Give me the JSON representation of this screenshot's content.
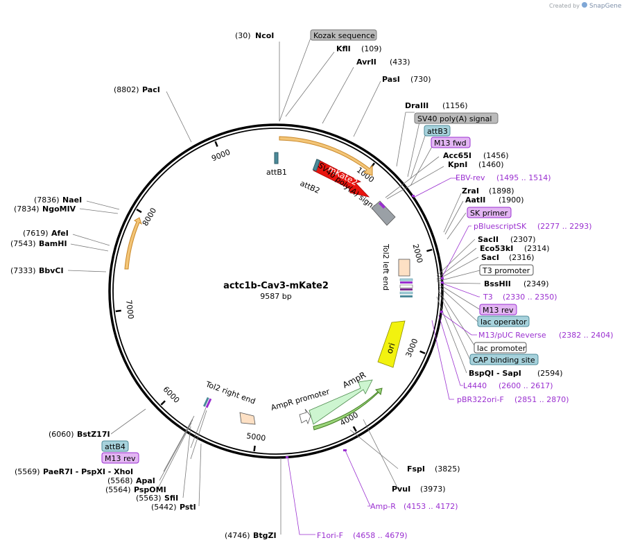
{
  "credit": {
    "prefix": "Created by",
    "brand": "SnapGene"
  },
  "plasmid": {
    "name": "actc1b-Cav3-mKate2",
    "size": "9587 bp",
    "length": 9587
  },
  "ticks": [
    {
      "bp": 1000,
      "label": "1000"
    },
    {
      "bp": 2000,
      "label": "2000"
    },
    {
      "bp": 3000,
      "label": "3000"
    },
    {
      "bp": 4000,
      "label": "4000"
    },
    {
      "bp": 5000,
      "label": "5000"
    },
    {
      "bp": 6000,
      "label": "6000"
    },
    {
      "bp": 7000,
      "label": "7000"
    },
    {
      "bp": 8000,
      "label": "8000"
    },
    {
      "bp": 9000,
      "label": "9000"
    }
  ],
  "features": [
    {
      "name": "Kozak sequence",
      "label": "Kozak sequence",
      "fill": "#bbbbbb",
      "stroke": "#777777"
    },
    {
      "name": "SV40 poly(A) signal",
      "label": "SV40 poly(A) signal",
      "fill": "#bbbbbb",
      "stroke": "#777777"
    },
    {
      "name": "attB3",
      "label": "attB3",
      "fill": "#a7d2dc",
      "stroke": "#4b8a99"
    },
    {
      "name": "M13 fwd",
      "label": "M13 fwd",
      "fill": "#e3b6f3",
      "stroke": "#9a2fd0"
    },
    {
      "name": "SK primer",
      "label": "SK primer",
      "fill": "#e3b6f3",
      "stroke": "#9a2fd0"
    },
    {
      "name": "T3 promoter",
      "label": "T3 promoter",
      "fill": "#ffffff",
      "stroke": "#555555"
    },
    {
      "name": "M13 rev",
      "label": "M13 rev",
      "fill": "#e3b6f3",
      "stroke": "#9a2fd0"
    },
    {
      "name": "lac operator",
      "label": "lac operator",
      "fill": "#a7d2dc",
      "stroke": "#4b8a99"
    },
    {
      "name": "lac promoter",
      "label": "lac promoter",
      "fill": "#ffffff",
      "stroke": "#555555"
    },
    {
      "name": "CAP binding site",
      "label": "CAP binding site",
      "fill": "#a7d2dc",
      "stroke": "#4b8a99"
    },
    {
      "name": "attB4",
      "label": "attB4",
      "fill": "#a7d2dc",
      "stroke": "#4b8a99"
    },
    {
      "name": "M13 rev 2",
      "label": "M13 rev",
      "fill": "#e3b6f3",
      "stroke": "#9a2fd0"
    }
  ],
  "innerLabels": {
    "attB1": "attB1",
    "attB2": "attB2",
    "mKate2": "mKate2",
    "sv40": "SV40 poly(A) signal",
    "tol2left": "Tol2 left end",
    "ori": "ori",
    "ampr": "AmpR",
    "amprPromoter": "AmpR promoter",
    "tol2right": "Tol2 right end"
  },
  "sites": [
    {
      "pos": "(30)",
      "name": "NcoI"
    },
    {
      "pos": "(109)",
      "name": "KflI"
    },
    {
      "pos": "(433)",
      "name": "AvrII"
    },
    {
      "pos": "(730)",
      "name": "PasI"
    },
    {
      "pos": "(8802)",
      "name": "PacI"
    },
    {
      "pos": "(1156)",
      "name": "DraIII"
    },
    {
      "pos": "(1456)",
      "name": "Acc65I"
    },
    {
      "pos": "(1460)",
      "name": "KpnI"
    },
    {
      "pos": "(1898)",
      "name": "ZraI"
    },
    {
      "pos": "(1900)",
      "name": "AatII"
    },
    {
      "pos": "(7836)",
      "name": "NaeI"
    },
    {
      "pos": "(7834)",
      "name": "NgoMIV"
    },
    {
      "pos": "(7619)",
      "name": "AfeI"
    },
    {
      "pos": "(7543)",
      "name": "BamHI"
    },
    {
      "pos": "(7333)",
      "name": "BbvCI"
    },
    {
      "pos": "(2307)",
      "name": "SacII"
    },
    {
      "pos": "(2314)",
      "name": "Eco53kI"
    },
    {
      "pos": "(2316)",
      "name": "SacI"
    },
    {
      "pos": "(2349)",
      "name": "BssHII"
    },
    {
      "pos": "(2594)",
      "name": "BspQI - SapI"
    },
    {
      "pos": "(6060)",
      "name": "BstZ17I"
    },
    {
      "pos": "(5569)",
      "name": "PaeR7I - PspXI - XhoI"
    },
    {
      "pos": "(5568)",
      "name": "ApaI"
    },
    {
      "pos": "(5564)",
      "name": "PspOMI"
    },
    {
      "pos": "(5563)",
      "name": "SfiI"
    },
    {
      "pos": "(5442)",
      "name": "PstI"
    },
    {
      "pos": "(4746)",
      "name": "BtgZI"
    },
    {
      "pos": "(3825)",
      "name": "FspI"
    },
    {
      "pos": "(3973)",
      "name": "PvuI"
    }
  ],
  "primers": [
    {
      "name": "EBV-rev",
      "range": "(1495 .. 1514)"
    },
    {
      "name": "pBluescriptSK",
      "range": "(2277 .. 2293)"
    },
    {
      "name": "T3",
      "range": "(2330 .. 2350)"
    },
    {
      "name": "M13/pUC Reverse",
      "range": "(2382 .. 2404)"
    },
    {
      "name": "L4440",
      "range": "(2600 .. 2617)"
    },
    {
      "name": "pBR322ori-F",
      "range": "(2851 .. 2870)"
    },
    {
      "name": "Amp-R",
      "range": "(4153 .. 4172)"
    },
    {
      "name": "F1ori-F",
      "range": "(4658 .. 4679)"
    }
  ]
}
